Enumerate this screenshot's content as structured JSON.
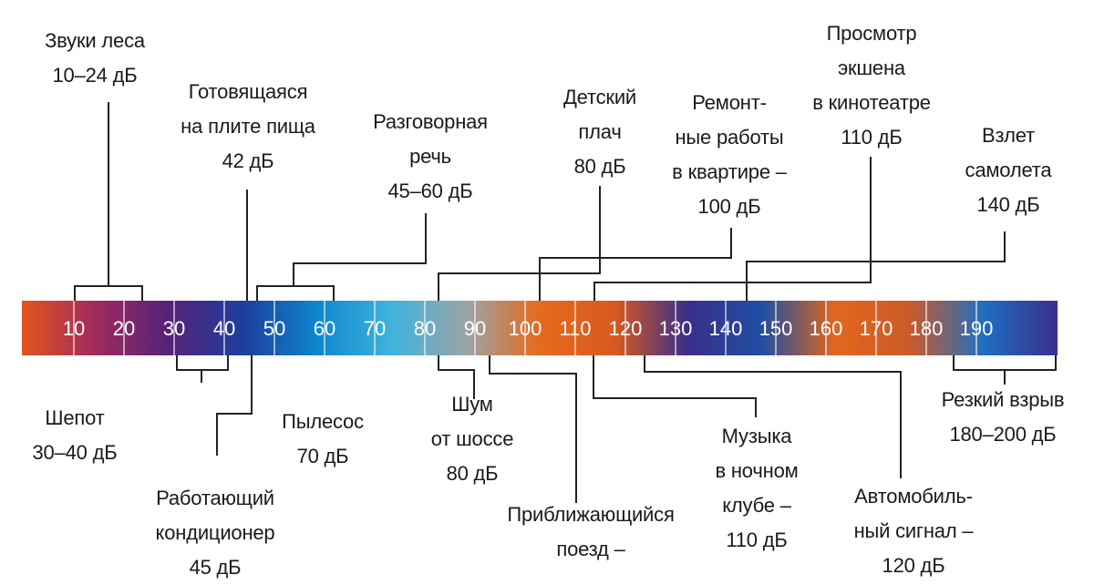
{
  "scale": {
    "ticks": [
      10,
      20,
      30,
      40,
      50,
      60,
      70,
      80,
      90,
      100,
      110,
      120,
      130,
      140,
      150,
      160,
      170,
      180,
      190
    ],
    "gradient_colors": [
      "#e2551c",
      "#a02a5e",
      "#55227a",
      "#1c3f9e",
      "#0f86cf",
      "#3fb3dd",
      "#9aa4a8",
      "#e66a1c",
      "#d95a1f",
      "#3a2f8a",
      "#1f4ea3",
      "#e2671c",
      "#cc5a2a",
      "#1e6fc2",
      "#3b2e8c"
    ]
  },
  "labels": [
    {
      "id": "forest-sounds",
      "lines": [
        "Звуки леса",
        "10–24 дБ"
      ]
    },
    {
      "id": "cooking-food",
      "lines": [
        "Готовящаяся",
        "на плите пища",
        "42 дБ"
      ]
    },
    {
      "id": "conversation",
      "lines": [
        "Разговорная",
        "речь",
        "45–60 дБ"
      ]
    },
    {
      "id": "baby-crying",
      "lines": [
        "Детский",
        "плач",
        "80 дБ"
      ]
    },
    {
      "id": "renovation",
      "lines": [
        "Ремонт-",
        "ные работы",
        "в квартире –",
        "100 дБ"
      ]
    },
    {
      "id": "action-movie",
      "lines": [
        "Просмотр",
        "экшена",
        "в кинотеатре",
        "110 дБ"
      ]
    },
    {
      "id": "airplane-takeoff",
      "lines": [
        "Взлет",
        "самолета",
        "140 дБ"
      ]
    },
    {
      "id": "whisper",
      "lines": [
        "Шепот",
        "30–40 дБ"
      ]
    },
    {
      "id": "air-conditioner",
      "lines": [
        "Работающий",
        "кондиционер",
        "45 дБ"
      ]
    },
    {
      "id": "vacuum-cleaner",
      "lines": [
        "Пылесос",
        "70 дБ"
      ]
    },
    {
      "id": "highway-noise",
      "lines": [
        "Шум",
        "от шоссе",
        "80 дБ"
      ]
    },
    {
      "id": "approaching-train",
      "lines": [
        "Приближающийся",
        "поезд –"
      ]
    },
    {
      "id": "nightclub-music",
      "lines": [
        "Музыка",
        "в ночном",
        "клубе –",
        "110 дБ"
      ]
    },
    {
      "id": "car-horn",
      "lines": [
        "Автомобиль-",
        "ный сигнал –",
        "120 дБ"
      ]
    },
    {
      "id": "sharp-explosion",
      "lines": [
        "Резкий взрыв",
        "180–200 дБ"
      ]
    }
  ]
}
